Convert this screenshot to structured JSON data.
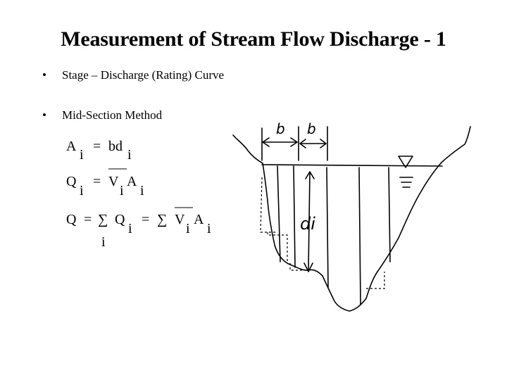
{
  "slide": {
    "title": "Measurement of Stream Flow Discharge - 1",
    "bullets": [
      "Stage – Discharge (Rating) Curve",
      "Mid-Section Method"
    ]
  },
  "equations": {
    "eq1": {
      "lhs": "A",
      "lhs_sub": "i",
      "op": "=",
      "rhs": "bd",
      "rhs_sub": "i"
    },
    "eq2": {
      "lhs": "Q",
      "lhs_sub": "i",
      "op": "=",
      "v": "V",
      "v_sub": "i",
      "a": "A",
      "a_sub": "i"
    },
    "eq3": {
      "lhs": "Q",
      "op": "=",
      "sum": "∑",
      "sum_sub": "i",
      "q": "Q",
      "q_sub": "i",
      "op2": "=",
      "sum2": "∑",
      "v": "V",
      "v_sub": "i",
      "a": "A",
      "a_sub": "i"
    }
  },
  "sketch": {
    "width_label_1": "b",
    "width_label_2": "b",
    "depth_label": "di"
  }
}
